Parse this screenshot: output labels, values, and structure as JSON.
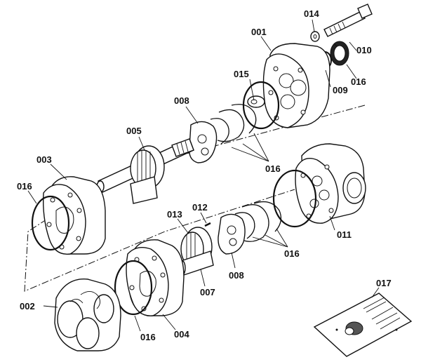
{
  "diagram": {
    "type": "exploded-parts-diagram",
    "callouts": [
      {
        "id": "001",
        "label": "001"
      },
      {
        "id": "002",
        "label": "002"
      },
      {
        "id": "003",
        "label": "003"
      },
      {
        "id": "004",
        "label": "004"
      },
      {
        "id": "005",
        "label": "005"
      },
      {
        "id": "007",
        "label": "007"
      },
      {
        "id": "008a",
        "label": "008"
      },
      {
        "id": "008b",
        "label": "008"
      },
      {
        "id": "009",
        "label": "009"
      },
      {
        "id": "010",
        "label": "010"
      },
      {
        "id": "011",
        "label": "011"
      },
      {
        "id": "012",
        "label": "012"
      },
      {
        "id": "013",
        "label": "013"
      },
      {
        "id": "014",
        "label": "014"
      },
      {
        "id": "015",
        "label": "015"
      },
      {
        "id": "016a",
        "label": "016"
      },
      {
        "id": "016b",
        "label": "016"
      },
      {
        "id": "016c",
        "label": "016"
      },
      {
        "id": "016d",
        "label": "016"
      },
      {
        "id": "016e",
        "label": "016"
      },
      {
        "id": "017",
        "label": "017"
      }
    ]
  }
}
